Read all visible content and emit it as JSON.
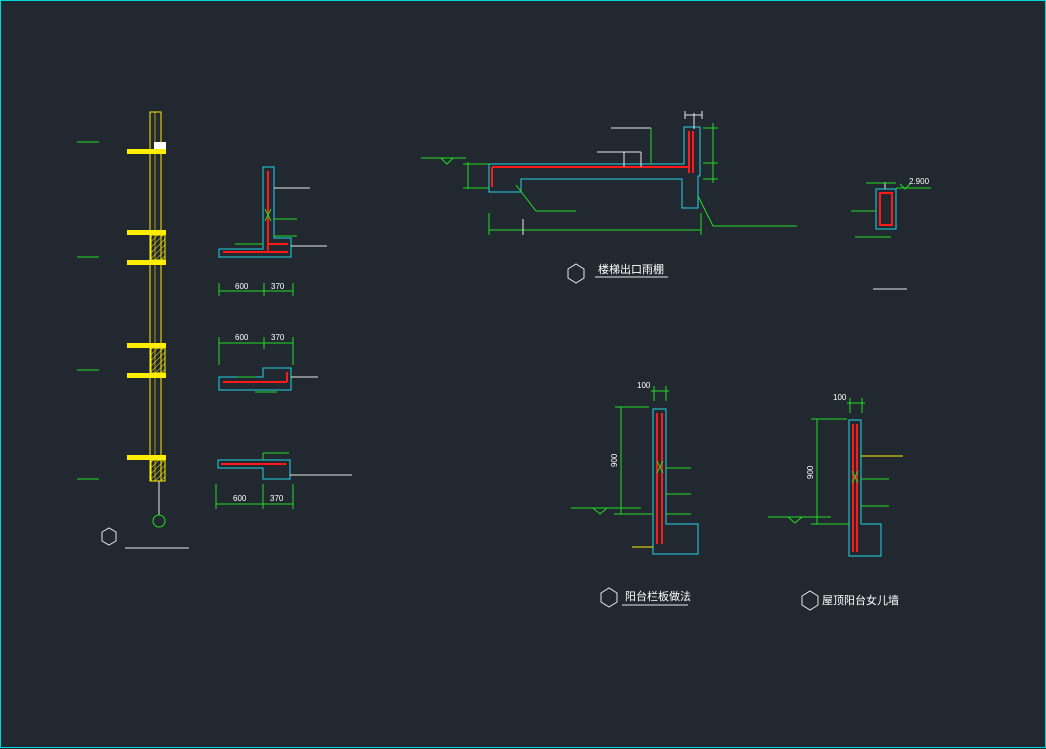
{
  "drawing": {
    "background": "#212830",
    "frame_color": "#00d8e0"
  },
  "labels": {
    "dim_600_a": "600",
    "dim_370_a": "370",
    "dim_600_b": "600",
    "dim_370_b": "370",
    "dim_600_c": "600",
    "dim_370_c": "370",
    "elevation_2900": "2.900",
    "dim_100_a": "100",
    "dim_900_a": "900",
    "dim_100_b": "100",
    "dim_900_b": "900",
    "title_canopy": "楼梯出口雨棚",
    "title_balcony": "阳台栏板做法",
    "title_parapet": "屋顶阳台女儿墙"
  }
}
